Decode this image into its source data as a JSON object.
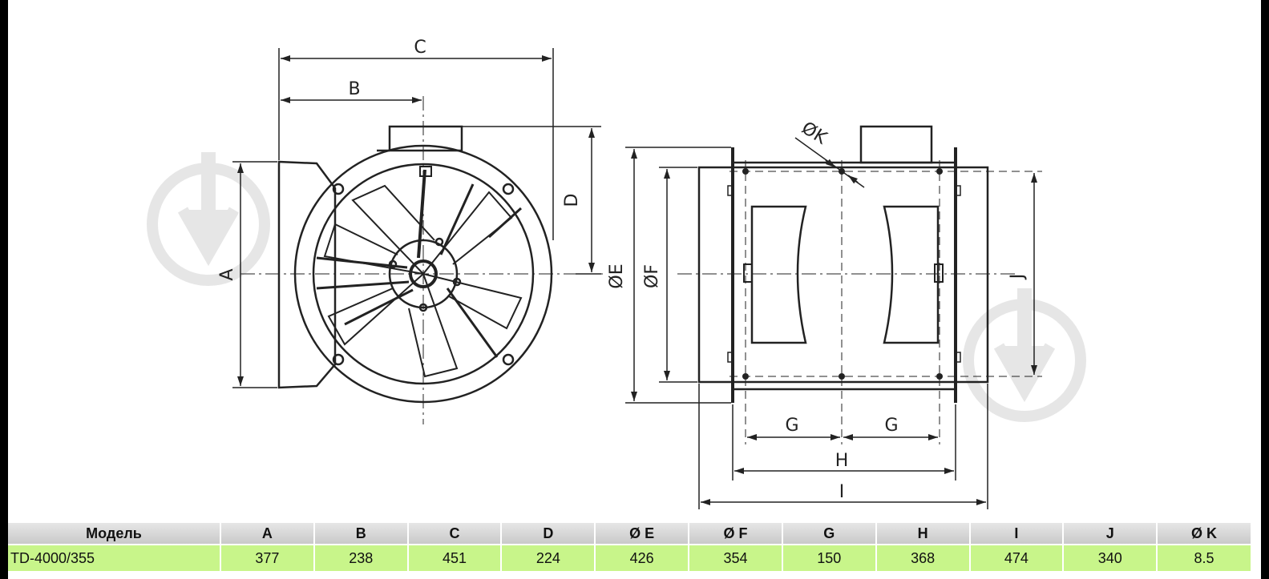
{
  "dimension_labels": {
    "A": "A",
    "B": "B",
    "C": "C",
    "D": "D",
    "E": "ØE",
    "F": "ØF",
    "G": "G",
    "H": "H",
    "I": "I",
    "J": "J",
    "K": "ØK"
  },
  "table": {
    "headers": [
      "Модель",
      "A",
      "B",
      "C",
      "D",
      "Ø E",
      "Ø F",
      "G",
      "H",
      "I",
      "J",
      "Ø K"
    ],
    "rows": [
      [
        "TD-4000/355",
        "377",
        "238",
        "451",
        "224",
        "426",
        "354",
        "150",
        "368",
        "474",
        "340",
        "8.5"
      ]
    ]
  },
  "colors": {
    "header_bg": "#d4d4d4",
    "row_bg": "#c8f58a",
    "line": "#222222"
  }
}
